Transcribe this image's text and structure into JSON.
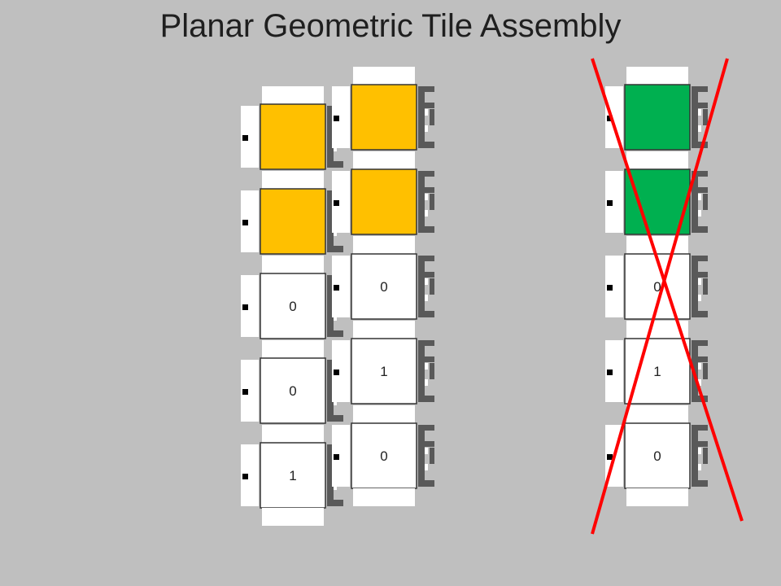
{
  "title": "Planar Geometric Tile Assembly",
  "colors": {
    "background": "#bfbfbf",
    "yellow": "#ffc000",
    "green": "#00b050",
    "tile": "#ffffff",
    "glue": "#595959",
    "cross": "#ff0000"
  },
  "assemblies": [
    {
      "name": "left-column",
      "tiles": [
        {
          "color": "yellow",
          "label": ""
        },
        {
          "color": "yellow",
          "label": ""
        },
        {
          "color": "white",
          "label": "0"
        },
        {
          "color": "white",
          "label": "0"
        },
        {
          "color": "white",
          "label": "1"
        }
      ]
    },
    {
      "name": "middle-column",
      "tiles": [
        {
          "color": "yellow",
          "label": ""
        },
        {
          "color": "yellow",
          "label": ""
        },
        {
          "color": "white",
          "label": "0"
        },
        {
          "color": "white",
          "label": "1"
        },
        {
          "color": "white",
          "label": "0"
        }
      ]
    },
    {
      "name": "right-column",
      "crossed_out": true,
      "tiles": [
        {
          "color": "green",
          "label": ""
        },
        {
          "color": "green",
          "label": ""
        },
        {
          "color": "white",
          "label": "0"
        },
        {
          "color": "white",
          "label": "1"
        },
        {
          "color": "white",
          "label": "0"
        }
      ]
    }
  ]
}
